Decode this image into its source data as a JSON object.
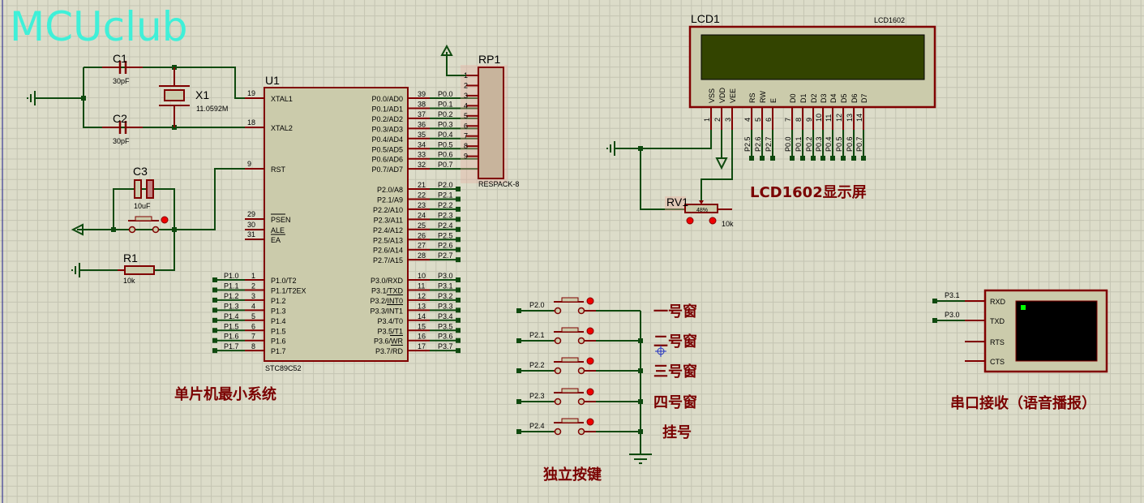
{
  "watermark": "MCUclub",
  "colors": {
    "background": "#dcdcc9",
    "grid": "#c4c4b2",
    "grid_major": "#b8b8a6",
    "wire": "#0f4a0f",
    "pin": "#800000",
    "component_fill": "#cbcbab",
    "lcd_screen": "#334400",
    "terminal_screen": "#000000",
    "label_red": "#7a0000",
    "watermark": "#3ff0d8"
  },
  "mcu": {
    "ref": "U1",
    "part": "STC89C52",
    "left_pins": [
      {
        "num": "19",
        "name": "XTAL1"
      },
      {
        "num": "18",
        "name": "XTAL2"
      },
      {
        "num": "9",
        "name": "RST"
      },
      {
        "num": "29",
        "name": "PSEN"
      },
      {
        "num": "30",
        "name": "ALE"
      },
      {
        "num": "31",
        "name": "EA"
      }
    ],
    "p1_pins": [
      {
        "num": "1",
        "name": "P1.0/T2",
        "net": "P1.0"
      },
      {
        "num": "2",
        "name": "P1.1/T2EX",
        "net": "P1.1"
      },
      {
        "num": "3",
        "name": "P1.2",
        "net": "P1.2"
      },
      {
        "num": "4",
        "name": "P1.3",
        "net": "P1.3"
      },
      {
        "num": "5",
        "name": "P1.4",
        "net": "P1.4"
      },
      {
        "num": "6",
        "name": "P1.5",
        "net": "P1.5"
      },
      {
        "num": "7",
        "name": "P1.6",
        "net": "P1.6"
      },
      {
        "num": "8",
        "name": "P1.7",
        "net": "P1.7"
      }
    ],
    "p0_pins": [
      {
        "num": "39",
        "name": "P0.0/AD0",
        "net": "P0.0"
      },
      {
        "num": "38",
        "name": "P0.1/AD1",
        "net": "P0.1"
      },
      {
        "num": "37",
        "name": "P0.2/AD2",
        "net": "P0.2"
      },
      {
        "num": "36",
        "name": "P0.3/AD3",
        "net": "P0.3"
      },
      {
        "num": "35",
        "name": "P0.4/AD4",
        "net": "P0.4"
      },
      {
        "num": "34",
        "name": "P0.5/AD5",
        "net": "P0.5"
      },
      {
        "num": "33",
        "name": "P0.6/AD6",
        "net": "P0.6"
      },
      {
        "num": "32",
        "name": "P0.7/AD7",
        "net": "P0.7"
      }
    ],
    "p2_pins": [
      {
        "num": "21",
        "name": "P2.0/A8",
        "net": "P2.0"
      },
      {
        "num": "22",
        "name": "P2.1/A9",
        "net": "P2.1"
      },
      {
        "num": "23",
        "name": "P2.2/A10",
        "net": "P2.2"
      },
      {
        "num": "24",
        "name": "P2.3/A11",
        "net": "P2.3"
      },
      {
        "num": "25",
        "name": "P2.4/A12",
        "net": "P2.4"
      },
      {
        "num": "26",
        "name": "P2.5/A13",
        "net": "P2.5"
      },
      {
        "num": "27",
        "name": "P2.6/A14",
        "net": "P2.6"
      },
      {
        "num": "28",
        "name": "P2.7/A15",
        "net": "P2.7"
      }
    ],
    "p3_pins": [
      {
        "num": "10",
        "name": "P3.0/RXD",
        "net": "P3.0"
      },
      {
        "num": "11",
        "name": "P3.1/TXD",
        "net": "P3.1"
      },
      {
        "num": "12",
        "name": "P3.2/INT0",
        "net": "P3.2"
      },
      {
        "num": "13",
        "name": "P3.3/INT1",
        "net": "P3.3"
      },
      {
        "num": "14",
        "name": "P3.4/T0",
        "net": "P3.4"
      },
      {
        "num": "15",
        "name": "P3.5/T1",
        "net": "P3.5"
      },
      {
        "num": "16",
        "name": "P3.6/WR",
        "net": "P3.6"
      },
      {
        "num": "17",
        "name": "P3.7/RD",
        "net": "P3.7"
      }
    ]
  },
  "rp1": {
    "ref": "RP1",
    "part": "RESPACK-8",
    "pins": [
      "1",
      "2",
      "3",
      "4",
      "5",
      "6",
      "7",
      "8",
      "9"
    ]
  },
  "crystal": {
    "c1_ref": "C1",
    "c1_val": "30pF",
    "c2_ref": "C2",
    "c2_val": "30pF",
    "x1_ref": "X1",
    "x1_val": "11.0592M"
  },
  "reset": {
    "c3_ref": "C3",
    "c3_val": "10uF",
    "r1_ref": "R1",
    "r1_val": "10k"
  },
  "lcd": {
    "ref": "LCD1",
    "part": "LCD1602",
    "pins": [
      {
        "name": "VSS",
        "num": "1",
        "net": ""
      },
      {
        "name": "VDD",
        "num": "2",
        "net": ""
      },
      {
        "name": "VEE",
        "num": "3",
        "net": ""
      },
      {
        "name": "RS",
        "num": "4",
        "net": "P2.5"
      },
      {
        "name": "RW",
        "num": "5",
        "net": "P2.6"
      },
      {
        "name": "E",
        "num": "6",
        "net": "P2.7"
      },
      {
        "name": "D0",
        "num": "7",
        "net": "P0.0"
      },
      {
        "name": "D1",
        "num": "8",
        "net": "P0.1"
      },
      {
        "name": "D2",
        "num": "9",
        "net": "P0.2"
      },
      {
        "name": "D3",
        "num": "10",
        "net": "P0.3"
      },
      {
        "name": "D4",
        "num": "11",
        "net": "P0.4"
      },
      {
        "name": "D5",
        "num": "12",
        "net": "P0.5"
      },
      {
        "name": "D6",
        "num": "13",
        "net": "P0.6"
      },
      {
        "name": "D7",
        "num": "14",
        "net": "P0.7"
      }
    ],
    "rv1_ref": "RV1",
    "rv1_val": "10k",
    "rv1_percent": "48%",
    "rv1_level": 48
  },
  "buttons": [
    {
      "net": "P2.0",
      "label": "一号窗"
    },
    {
      "net": "P2.1",
      "label": "二号窗"
    },
    {
      "net": "P2.2",
      "label": "三号窗"
    },
    {
      "net": "P2.3",
      "label": "四号窗"
    },
    {
      "net": "P2.4",
      "label": "挂号"
    }
  ],
  "terminal": {
    "pins": [
      {
        "name": "RXD",
        "net": "P3.1"
      },
      {
        "name": "TXD",
        "net": "P3.0"
      },
      {
        "name": "RTS",
        "net": ""
      },
      {
        "name": "CTS",
        "net": ""
      }
    ]
  },
  "section_labels": {
    "mcu": "单片机最小系统",
    "lcd": "LCD1602显示屏",
    "buttons": "独立按键",
    "serial": "串口接收（语音播报）"
  }
}
